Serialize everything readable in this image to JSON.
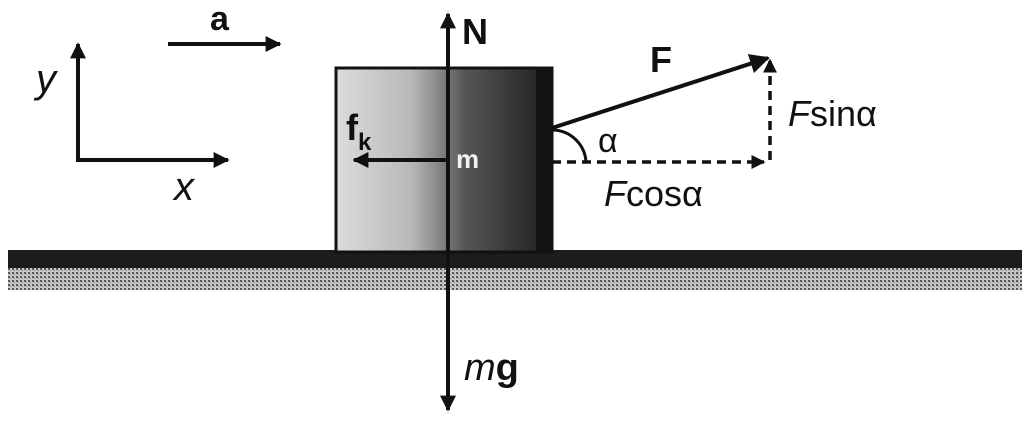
{
  "labels": {
    "acceleration": "a",
    "axis_y": "y",
    "axis_x": "x",
    "normal": "N",
    "friction_main": "f",
    "friction_sub": "k",
    "mass": "m",
    "force": "F",
    "angle": "α",
    "f_sin_prefix": "F",
    "f_sin_suffix": "sinα",
    "f_cos_prefix": "F",
    "f_cos_suffix": "cosα",
    "weight_m": "m",
    "weight_g": "g"
  },
  "colors": {
    "ink": "#111111",
    "block_light": "#d8d8d8",
    "block_dark": "#2a2a2a",
    "ground": "#222222",
    "background": "#ffffff"
  }
}
